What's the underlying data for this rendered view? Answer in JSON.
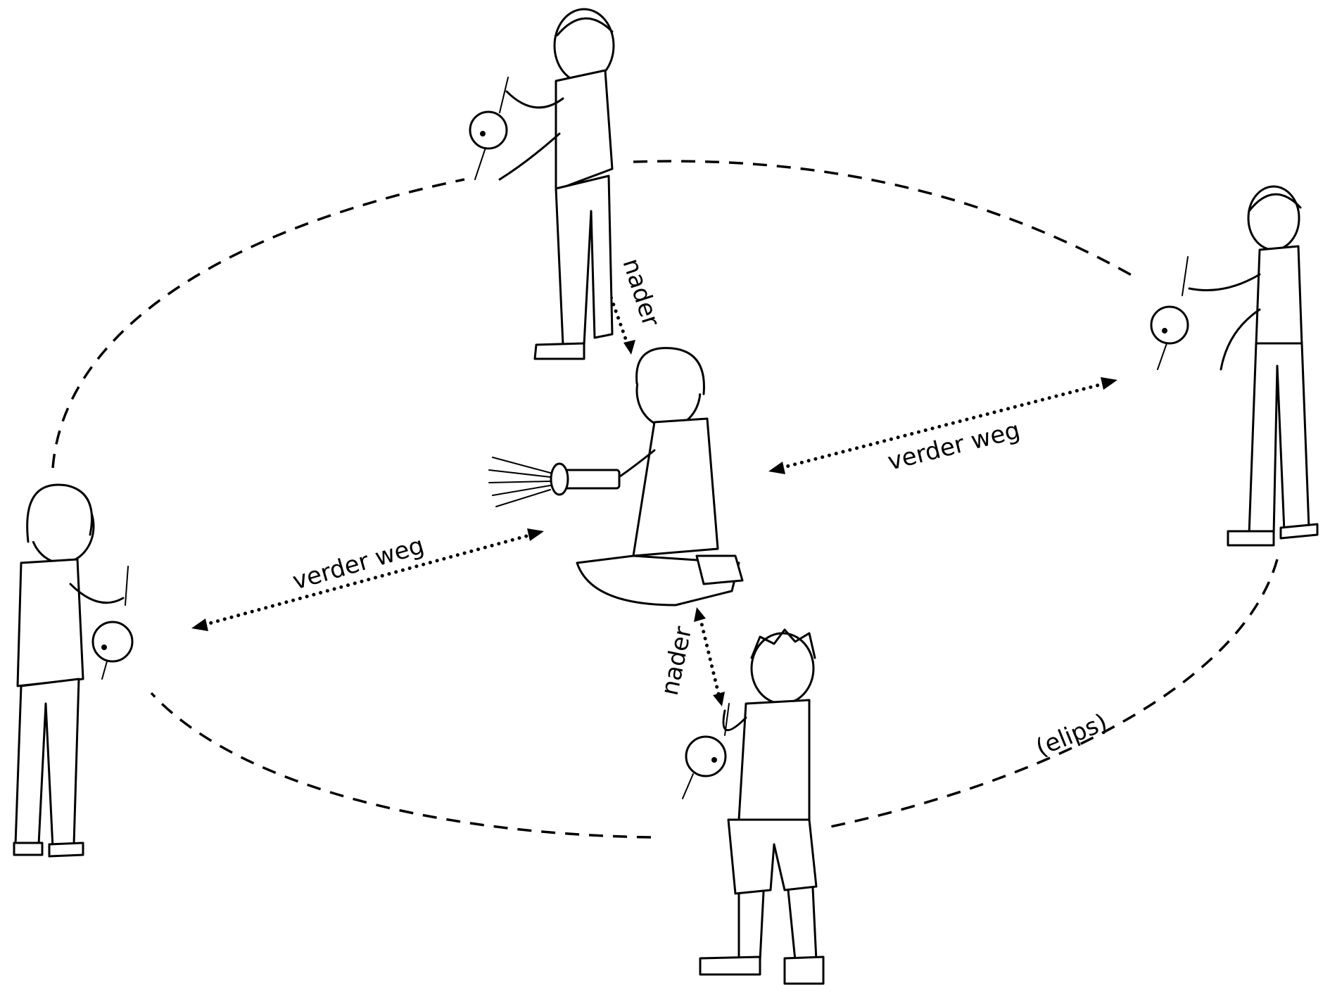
{
  "labels": {
    "nader_top": "nader",
    "nader_bottom": "nader",
    "verder_weg_left": "verder weg",
    "verder_weg_right": "verder weg",
    "elips": "(elips)"
  },
  "figures": [
    {
      "id": "child-top",
      "role": "child holding ball on string"
    },
    {
      "id": "child-right",
      "role": "child holding ball on string"
    },
    {
      "id": "child-left",
      "role": "child holding ball on string"
    },
    {
      "id": "child-bottom",
      "role": "child holding ball on string"
    },
    {
      "id": "child-center",
      "role": "kneeling child with flashlight"
    }
  ],
  "icons": [
    "flashlight-icon",
    "ball-on-string-icon"
  ]
}
